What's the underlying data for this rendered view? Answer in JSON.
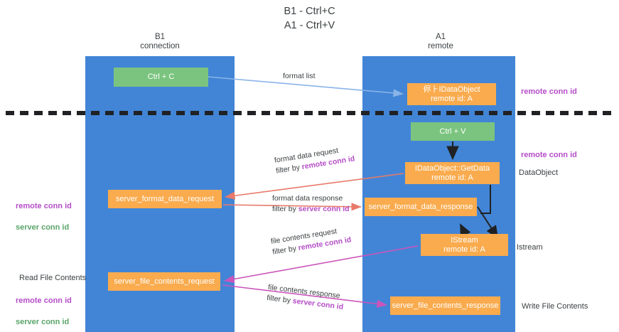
{
  "title": "B1 - Ctrl+C\nA1 - Ctrl+V",
  "lanes": [
    {
      "id": "b1",
      "header": "B1\nconnection"
    },
    {
      "id": "a1",
      "header": "A1\nremote"
    }
  ],
  "nodes": [
    {
      "id": "ctrl-c",
      "label": "Ctrl + C",
      "color": "#7bc47f"
    },
    {
      "id": "idataobject",
      "label": "侭⺊IDataObject\nremote id: A",
      "color": "#f9ab4e"
    },
    {
      "id": "ctrl-v",
      "label": "Ctrl + V",
      "color": "#7bc47f"
    },
    {
      "id": "idataobject-getdata",
      "label": "IDataObject::GetData\nremote id: A",
      "color": "#f9ab4e"
    },
    {
      "id": "server-format-data-request",
      "label": "server_format_data_request",
      "color": "#f9ab4e"
    },
    {
      "id": "server-format-data-response",
      "label": "server_format_data_response",
      "color": "#f9ab4e"
    },
    {
      "id": "istream",
      "label": "IStream\nremote id: A",
      "color": "#f9ab4e"
    },
    {
      "id": "server-file-contents-request",
      "label": "server_file_contents_request",
      "color": "#f9ab4e"
    },
    {
      "id": "server-file-contents-response",
      "label": "server_file_contents_response",
      "color": "#f9ab4e"
    }
  ],
  "edges": {
    "format_list": "format list",
    "format_data_request": "format data request",
    "format_data_request_filter_prefix": "filter by ",
    "format_data_request_filter_value": "remote conn id",
    "format_data_response": "format data response",
    "format_data_response_filter_prefix": "filter by ",
    "format_data_response_filter_value": "server conn id",
    "file_contents_request": "file contents request",
    "file_contents_request_filter_prefix": "filter by ",
    "file_contents_request_filter_value": "remote conn id",
    "file_contents_response": "file contents response",
    "file_contents_response_filter_prefix": "filter by ",
    "file_contents_response_filter_value": "server conn id"
  },
  "annotations": {
    "remote_conn_id_top": "remote conn id",
    "remote_conn_id_mid": "remote conn id",
    "dataobject": "DataObject",
    "istream": "Istream",
    "write_file_contents": "Write File Contents",
    "read_file_contents": "Read File Contents",
    "left_remote_conn_id": "remote conn id",
    "left_server_conn_id": "server conn id",
    "left_remote_conn_id_2": "remote conn id",
    "left_server_conn_id_2": "server conn id"
  },
  "colors": {
    "lane": "#4285d6",
    "green_node": "#7bc47f",
    "orange_node": "#f9ab4e",
    "purple_text": "#b44dc7",
    "green_text": "#5aa469",
    "light_blue_arrow": "#8ab4e8",
    "red_arrow": "#e8796a",
    "magenta_arrow": "#cc55bb",
    "black_arrow": "#202124",
    "divider": "#202124"
  }
}
